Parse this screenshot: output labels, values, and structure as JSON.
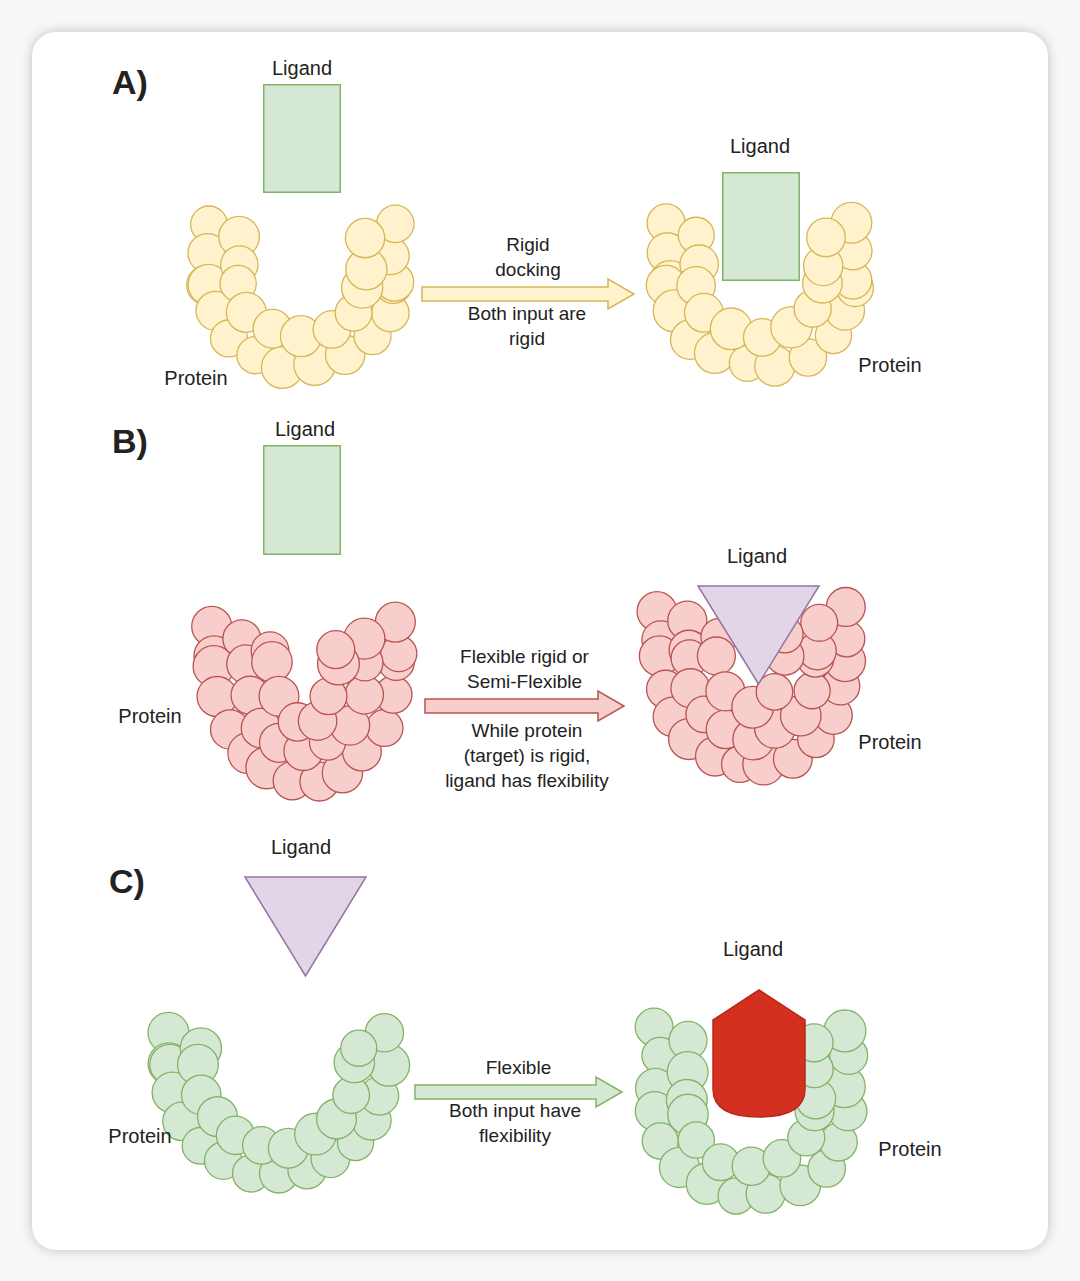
{
  "diagram": {
    "nodes": [
      {
        "text": [
          "Ligand"
        ]
      },
      {
        "text": [
          "Protein"
        ]
      },
      {
        "text": [
          "Ligand"
        ]
      },
      {
        "text": [
          "Protein"
        ]
      },
      {
        "text": [
          "Ligand"
        ]
      },
      {
        "text": [
          "Protein"
        ]
      },
      {
        "text": [
          "Ligand"
        ]
      },
      {
        "text": [
          "Protein"
        ]
      },
      {
        "text": [
          "Ligand"
        ]
      },
      {
        "text": [
          "Protein"
        ]
      },
      {
        "text": [
          "Ligand"
        ]
      },
      {
        "text": [
          "Protein"
        ]
      }
    ],
    "edges": [
      {
        "from": 1,
        "to": 3,
        "arrow": "to",
        "label": "Rigid docking"
      },
      {
        "from": 5,
        "to": 7,
        "arrow": "to",
        "label": "Flexible rigid or Semi-Flexible"
      },
      {
        "from": 9,
        "to": 11,
        "arrow": "to",
        "label": "Flexible"
      }
    ],
    "labels": [
      "A)",
      "Both input are rigid",
      "B)",
      "While protein (target) is rigid, ligand has flexibility",
      "C)",
      "Both input have flexibility"
    ]
  }
}
